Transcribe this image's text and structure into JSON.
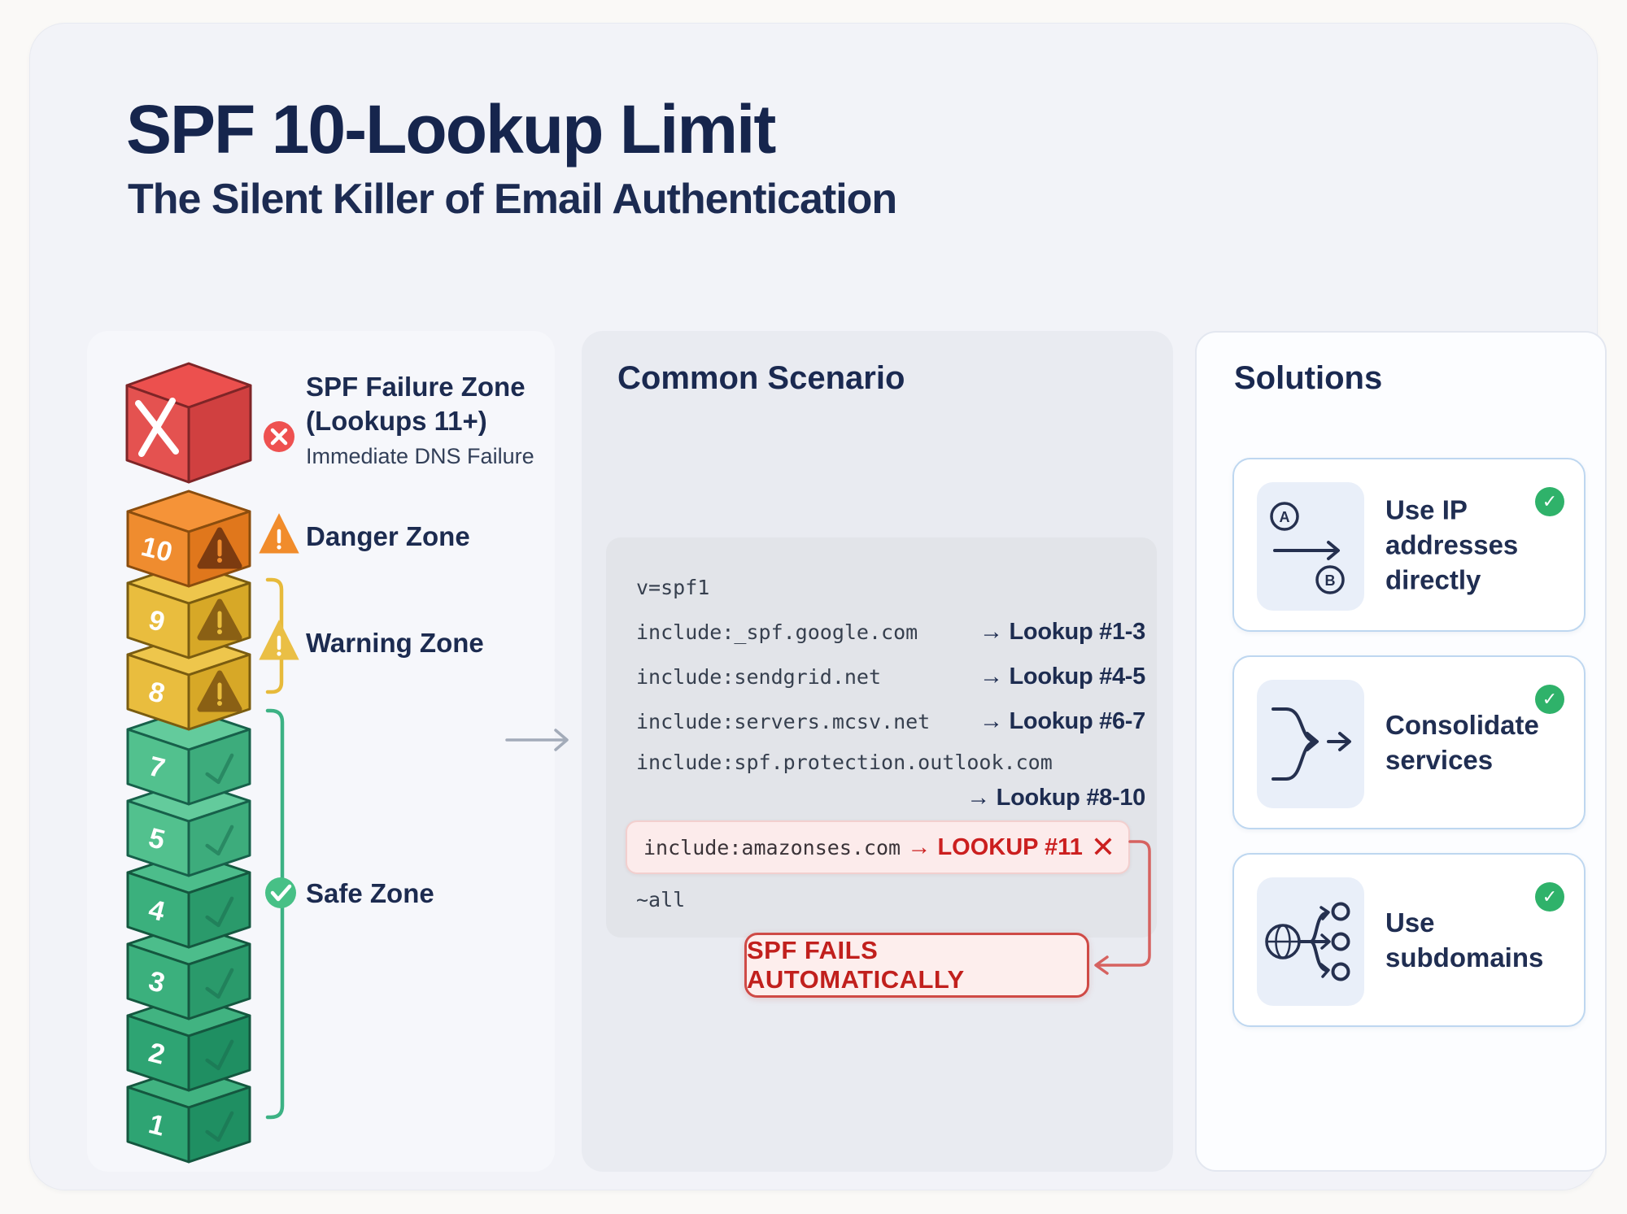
{
  "header": {
    "title": "SPF 10-Lookup Limit",
    "subtitle": "The Silent Killer of Email Authentication"
  },
  "tower": {
    "zone_labels": {
      "failure": {
        "title_line1": "SPF Failure Zone",
        "title_line2": "(Lookups 11+)",
        "subtitle": "Immediate DNS Failure",
        "icon": "x-circle-icon",
        "color": "#ee5150"
      },
      "danger": {
        "title": "Danger Zone",
        "icon": "warning-triangle-icon",
        "color": "#f18c2b"
      },
      "warning": {
        "title": "Warning Zone",
        "icon": "warning-triangle-icon",
        "color": "#eabf45"
      },
      "safe": {
        "title": "Safe Zone",
        "icon": "check-circle-icon",
        "color": "#47c086"
      }
    },
    "cubes": [
      {
        "label": "",
        "zone": "failure"
      },
      {
        "label": "10",
        "zone": "danger"
      },
      {
        "label": "9",
        "zone": "warning"
      },
      {
        "label": "8",
        "zone": "warning"
      },
      {
        "label": "7",
        "zone": "safe"
      },
      {
        "label": "5",
        "zone": "safe"
      },
      {
        "label": "4",
        "zone": "safe"
      },
      {
        "label": "3",
        "zone": "safe"
      },
      {
        "label": "2",
        "zone": "safe"
      },
      {
        "label": "1",
        "zone": "safe"
      }
    ]
  },
  "scenario": {
    "title": "Common Scenario",
    "record": [
      {
        "code": "v=spf1"
      },
      {
        "code": "include:_spf.google.com",
        "lookup": "→ Lookup #1-3"
      },
      {
        "code": "include:sendgrid.net",
        "lookup": "→ Lookup #4-5"
      },
      {
        "code": "include:servers.mcsv.net",
        "lookup": "→ Lookup #6-7"
      },
      {
        "code": "include:spf.protection.outlook.com",
        "lookup": "→ Lookup #8-10"
      },
      {
        "code": "include:amazonses.com",
        "lookup": "→ LOOKUP #11",
        "fail_icon": "✕",
        "highlight": true
      },
      {
        "code": "~all"
      }
    ],
    "fail_banner": "SPF FAILS AUTOMATICALLY"
  },
  "solutions": {
    "title": "Solutions",
    "check_glyph": "✓",
    "cards": [
      {
        "label": "Use IP addresses directly",
        "icon": "a-to-b-arrow-icon",
        "letter_a": "A",
        "letter_b": "B"
      },
      {
        "label": "Consolidate services",
        "icon": "merge-arrows-icon"
      },
      {
        "label": "Use subdomains",
        "icon": "globe-branches-icon"
      }
    ]
  },
  "colors": {
    "navy_text": "#1c2b50",
    "fail_red": "#cb1f1f",
    "danger_orange": "#f18c2b",
    "warning_yellow": "#eabf45",
    "safe_green": "#2fb26a",
    "card_bg": "#f2f3f8"
  }
}
